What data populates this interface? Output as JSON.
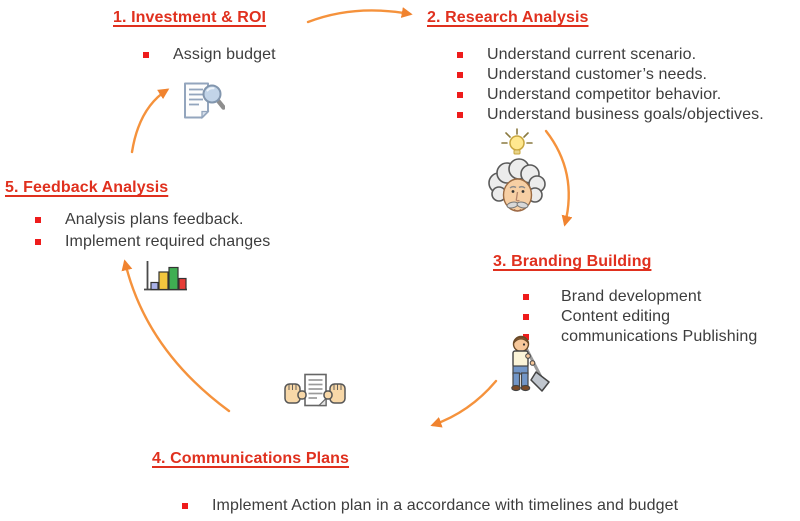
{
  "steps": [
    {
      "title": "1. Investment & ROI",
      "bullets": [
        "Assign budget"
      ],
      "icon": "document-search-icon"
    },
    {
      "title": "2. Research Analysis",
      "bullets": [
        "Understand current scenario.",
        "Understand customer’s needs.",
        "Understand competitor behavior.",
        "Understand business goals/objectives."
      ],
      "icon": "idea-einstein-icon"
    },
    {
      "title": "3. Branding Building",
      "bullets": [
        "Brand development",
        "Content editing",
        "communications Publishing"
      ],
      "icon": "person-sweeping-icon"
    },
    {
      "title": "4. Communications Plans",
      "bullets": [
        "Implement Action plan in a accordance with timelines and budget"
      ],
      "icon": "hands-document-icon"
    },
    {
      "title": "5. Feedback Analysis",
      "bullets": [
        "Analysis plans feedback.",
        "Implement required changes"
      ],
      "icon": "bar-chart-icon"
    }
  ],
  "colors": {
    "heading": "#e0301e",
    "bullet_square": "#ee1c1c",
    "body_text": "#3d3d3d",
    "arrow": "#f5923c"
  }
}
